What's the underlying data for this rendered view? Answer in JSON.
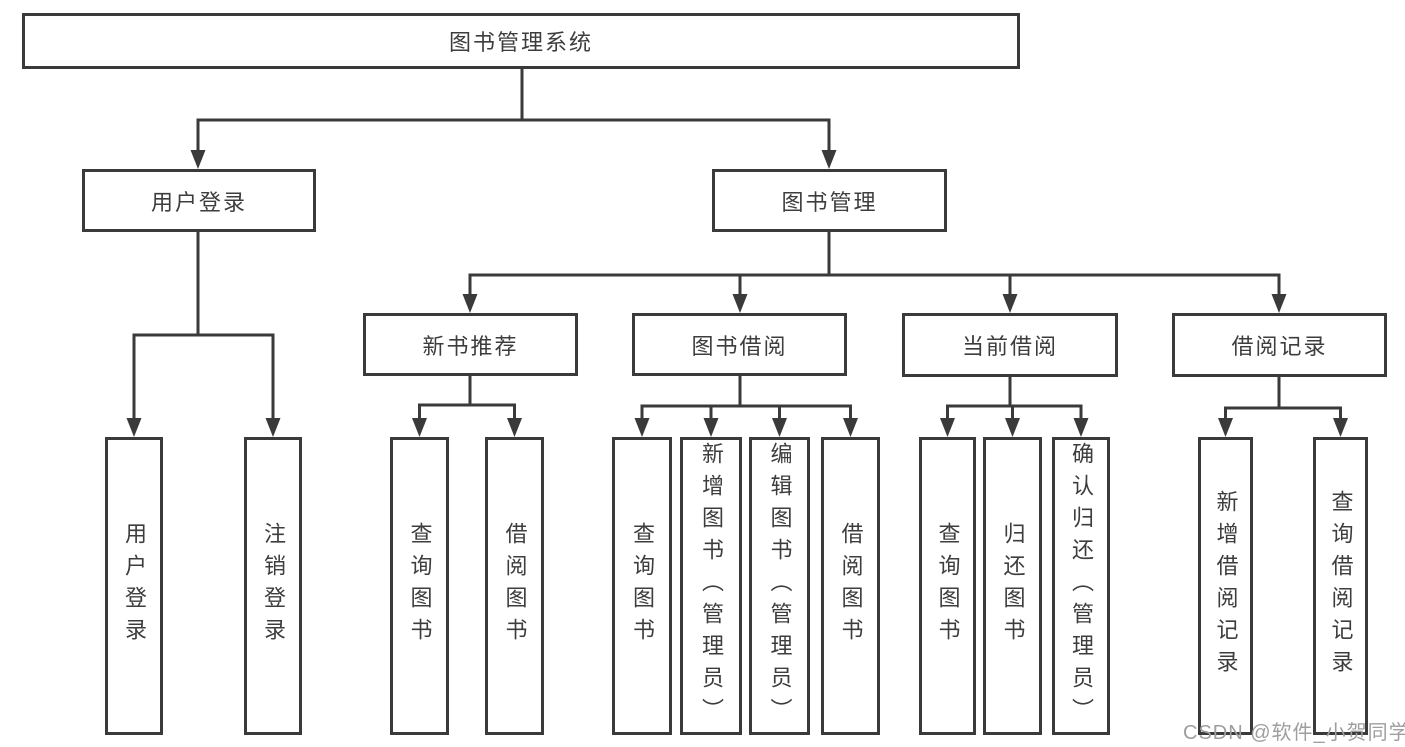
{
  "tree": {
    "root": "图书管理系统",
    "user_login": {
      "label": "用户登录",
      "children": [
        "用户登录",
        "注销登录"
      ]
    },
    "book_mgmt": {
      "label": "图书管理",
      "sections": {
        "new_books": {
          "label": "新书推荐",
          "children": [
            "查询图书",
            "借阅图书"
          ]
        },
        "borrow": {
          "label": "图书借阅",
          "children": [
            "查询图书",
            "新增图书（管理员）",
            "编辑图书（管理员）",
            "借阅图书"
          ]
        },
        "current": {
          "label": "当前借阅",
          "children": [
            "查询图书",
            "归还图书",
            "确认归还（管理员）"
          ]
        },
        "records": {
          "label": "借阅记录",
          "children": [
            "新增借阅记录",
            "查询借阅记录"
          ]
        }
      }
    }
  },
  "watermark": "CSDN @软件_小贺同学",
  "colors": {
    "line": "#3a3a3a",
    "text": "#3d3d3d",
    "watermark": "#9e9e9e",
    "background": "#ffffff"
  }
}
